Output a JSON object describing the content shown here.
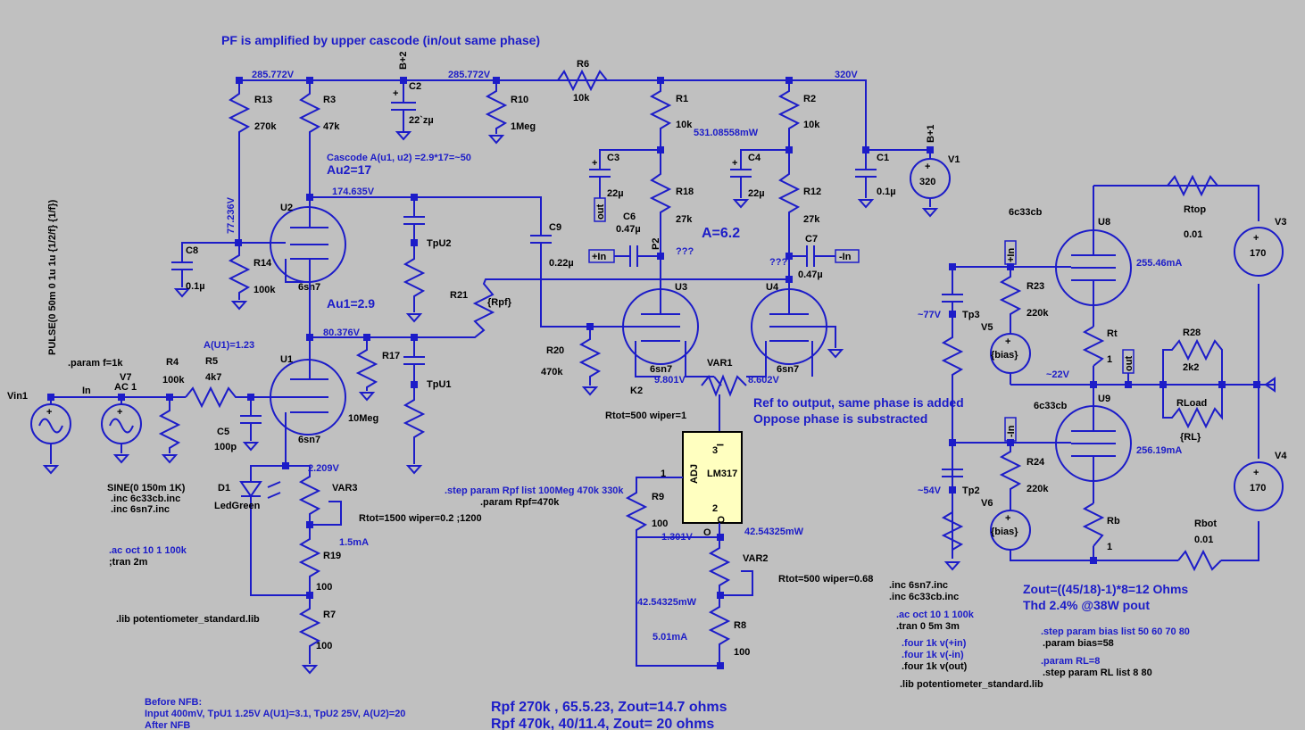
{
  "title_note": "PF is amplified by upper cascode (in/out same phase)",
  "nets": {
    "n285a": "285.772V",
    "n285b": "285.772V",
    "n320": "320V",
    "n174": "174.635V",
    "n77": "77.236V",
    "n80": "80.376V",
    "n9801": "9.801V",
    "n8602": "8.602V",
    "n2209": "2.209V",
    "n1301": "1.301V",
    "n77b": "~77V",
    "n22": "~22V",
    "n54": "~54V",
    "bplus2": "B+2",
    "bplus1": "B+1",
    "p2": "P2",
    "k2": "K2",
    "q1": "???",
    "q2": "???"
  },
  "components": {
    "R13": "R13",
    "R13v": "270k",
    "R3": "R3",
    "R3v": "47k",
    "C2": "C2",
    "C2v": "22`zµ",
    "R10": "R10",
    "R10v": "1Meg",
    "R6": "R6",
    "R6v": "10k",
    "R1": "R1",
    "R1v": "10k",
    "R2": "R2",
    "R2v": "10k",
    "C1": "C1",
    "C1v": "0.1µ",
    "V1": "V1",
    "V1v": "320",
    "C3": "C3",
    "C3v": "22µ",
    "C4": "C4",
    "C4v": "22µ",
    "R18": "R18",
    "R18v": "27k",
    "R12": "R12",
    "R12v": "27k",
    "C6": "C6",
    "C6v": "0.47µ",
    "C7": "C7",
    "C7v": "0.47µ",
    "U2": "U2",
    "U2v": "6sn7",
    "C8": "C8",
    "C8v": "0.1µ",
    "R14": "R14",
    "R14v": "100k",
    "C9": "C9",
    "C9v": "0.22µ",
    "R21": "R21",
    "R21v": "{Rpf}",
    "R20": "R20",
    "R20v": "470k",
    "U3": "U3",
    "U3v": "6sn7",
    "U4": "U4",
    "U4v": "6sn7",
    "U1": "U1",
    "U1v": "6sn7",
    "R17": "R17",
    "R17v": "10Meg",
    "R4": "R4",
    "R4v": "100k",
    "R5": "R5",
    "R5v": "4k7",
    "C5": "C5",
    "C5v": "100p",
    "V7": "V7",
    "V7v": "AC 1",
    "Vin1": "Vin1",
    "D1": "D1",
    "D1v": "LedGreen",
    "VAR3": "VAR3",
    "VAR3v": "Rtot=1500 wiper=0.2 ;1200",
    "R19": "R19",
    "R19v": "100",
    "R7": "R7",
    "R7v": "100",
    "VAR1": "VAR1",
    "VAR1v": "Rtot=500 wiper=1",
    "LM317": "LM317",
    "R9": "R9",
    "R9v": "100",
    "VAR2": "VAR2",
    "VAR2v": "Rtot=500 wiper=0.68",
    "R8": "R8",
    "R8v": "100",
    "U8": "U8",
    "U8v": "6c33cb",
    "U9": "U9",
    "U9v": "6c33cb",
    "R23": "R23",
    "R23v": "220k",
    "R24": "R24",
    "R24v": "220k",
    "V5": "V5",
    "V5v": "{bias}",
    "V6": "V6",
    "V6v": "{bias}",
    "Rt": "Rt",
    "Rtv": "1",
    "Rb": "Rb",
    "Rbv": "1",
    "Rtop": "Rtop",
    "Rtopv": "0.01",
    "Rbot": "Rbot",
    "Rbotv": "0.01",
    "V3": "V3",
    "V3v": "170",
    "V4": "V4",
    "V4v": "170",
    "R28": "R28",
    "R28v": "2k2",
    "RLoad": "RLoad",
    "RLoadv": "{RL}",
    "Tp3": "Tp3",
    "Tp2": "Tp2",
    "TpU2": "TpU2",
    "TpU1": "TpU1",
    "In": "In"
  },
  "ports": {
    "plusIn": "+In",
    "minusIn": "-In",
    "out": "out",
    "out2": "out",
    "plusIn2": "+In",
    "minusIn2": "-In"
  },
  "measurements": {
    "m531": "531.08558mW",
    "m255": "255.46mA",
    "m256": "256.19mA",
    "m15": "1.5mA",
    "m4254a": "42.54325mW",
    "m4254b": "42.54325mW",
    "m501": "5.01mA"
  },
  "annotations": {
    "cascode": "Cascode A(u1, u2) =2.9*17=~50",
    "au2": "Au2=17",
    "au1": "Au1=2.9",
    "a62": "A=6.2",
    "au1b": "A(U1)=1.23",
    "ref1": "Ref to output, same phase is added",
    "ref2": "Oppose phase is substracted",
    "zout": "Zout=((45/18)-1)*8=12 Ohms",
    "thd": "Thd 2.4% @38W pout",
    "rpf1": "Rpf 270k , 65.5.23, Zout=14.7 ohms",
    "rpf2": "Rpf 470k, 40/11.4, Zout= 20 ohms",
    "before": "Before NFB:",
    "input": "Input 400mV, TpU1 1.25V A(U1)=3.1, TpU2 25V, A(U2)=20",
    "after": "After NFB",
    "pulse": "PULSE(0 50m 0 1u 1u {1/2/f} {1/f})",
    "paramf": ".param f=1k",
    "sine": "SINE(0 150m 1K)",
    "inc1": ".inc 6c33cb.inc",
    "inc2": ".inc 6sn7.inc",
    "ac1": ".ac oct 10 1 100k",
    "tran1": ";tran 2m",
    "lib1": ".lib potentiometer_standard.lib",
    "step1": ".step param Rpf list 100Meg 470k 330k",
    "param1": ".param Rpf=470k",
    "inc3": ".inc 6sn7.inc",
    "inc4": ".inc 6c33cb.inc",
    "ac2": ".ac oct 10 1 100k",
    "tran2": ".tran 0 5m 3m",
    "four1": ".four 1k v(+in)",
    "four2": ".four 1k v(-in)",
    "four3": ".four 1k v(out)",
    "lib2": ".lib potentiometer_standard.lib",
    "step2": ".step param bias list 50 60 70 80",
    "paramb": ".param bias=58",
    "paramrl": ".param RL=8",
    "steprl": ".step param RL list 8 80",
    "adj": "ADJ",
    "pin1": "1",
    "pin2": "2",
    "pin3": "3",
    "pinI": "I",
    "pinO": "O",
    "pinO2": "O"
  }
}
